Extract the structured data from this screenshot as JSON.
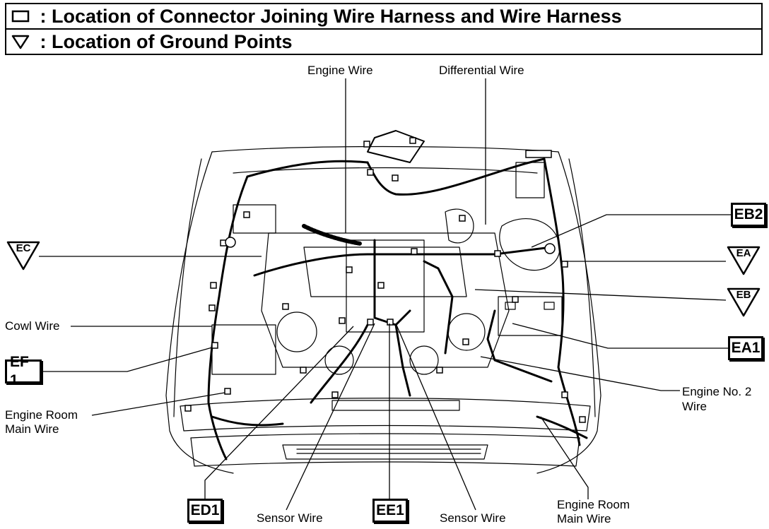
{
  "legend": {
    "connector_text": "Location of Connector Joining Wire Harness and Wire Harness",
    "ground_text": "Location of Ground Points",
    "colon": ":"
  },
  "labels": {
    "engine_wire": "Engine Wire",
    "differential_wire": "Differential Wire",
    "cowl_wire": "Cowl Wire",
    "engine_room_main_wire_left_1": "Engine Room",
    "engine_room_main_wire_left_2": "Main Wire",
    "engine_no2_wire_1": "Engine No. 2",
    "engine_no2_wire_2": "Wire",
    "sensor_wire_left": "Sensor Wire",
    "sensor_wire_right": "Sensor Wire",
    "engine_room_main_wire_bottom_1": "Engine Room",
    "engine_room_main_wire_bottom_2": "Main Wire"
  },
  "connectors": {
    "eb2": "EB2",
    "ea1": "EA1",
    "ef1": "EF 1",
    "ed1": "ED1",
    "ee1": "EE1"
  },
  "grounds": {
    "ec": "EC",
    "ea": "EA",
    "eb": "EB"
  }
}
